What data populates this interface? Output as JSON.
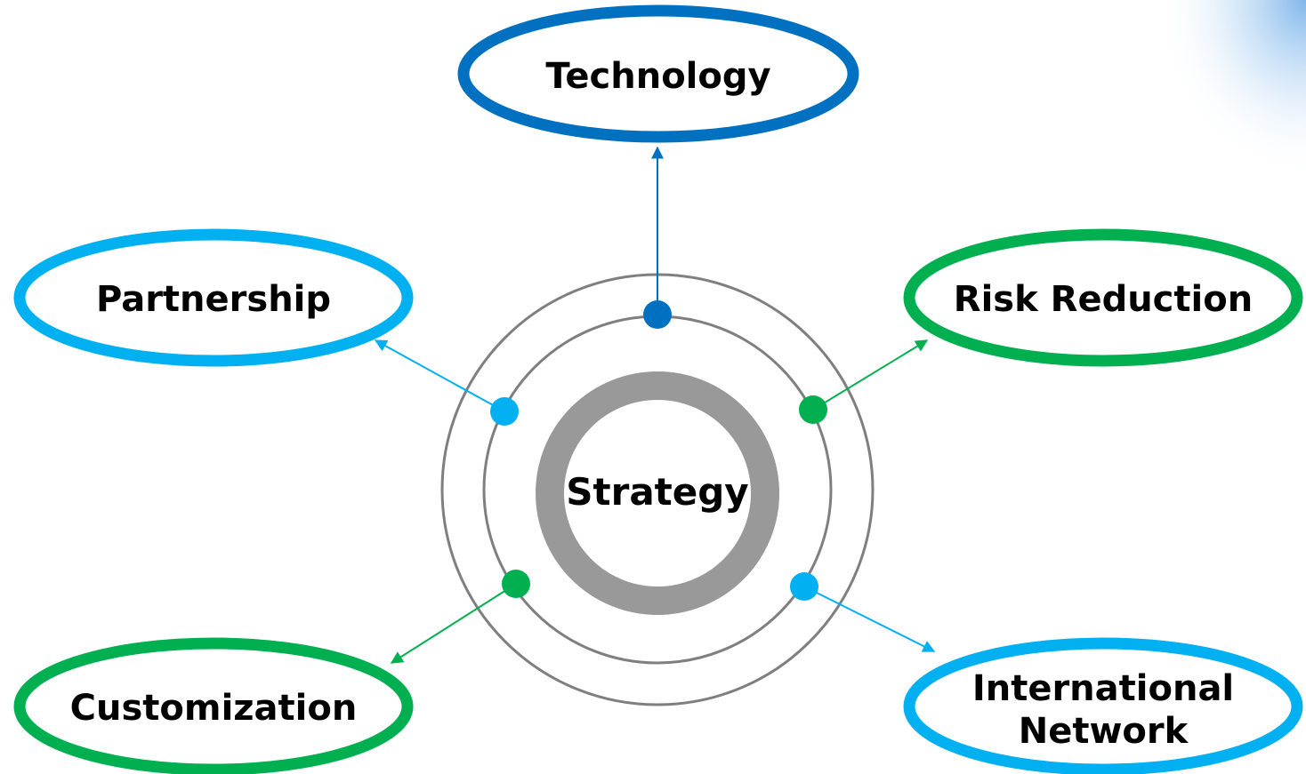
{
  "diagram": {
    "center": {
      "label": "Strategy"
    },
    "nodes": [
      {
        "id": "technology",
        "lines": [
          "Technology"
        ],
        "color": "#0070c0"
      },
      {
        "id": "partnership",
        "lines": [
          "Partnership"
        ],
        "color": "#00b0f0"
      },
      {
        "id": "risk",
        "lines": [
          "Risk Reduction"
        ],
        "color": "#00b050"
      },
      {
        "id": "customization",
        "lines": [
          "Customization"
        ],
        "color": "#00b050"
      },
      {
        "id": "international",
        "lines": [
          "International",
          "Network"
        ],
        "color": "#00b0f0"
      }
    ]
  },
  "colors": {
    "ring": "#7f7f7f",
    "core": "#999999",
    "technology": "#0070c0",
    "light_blue": "#00b0f0",
    "green": "#00b050"
  }
}
